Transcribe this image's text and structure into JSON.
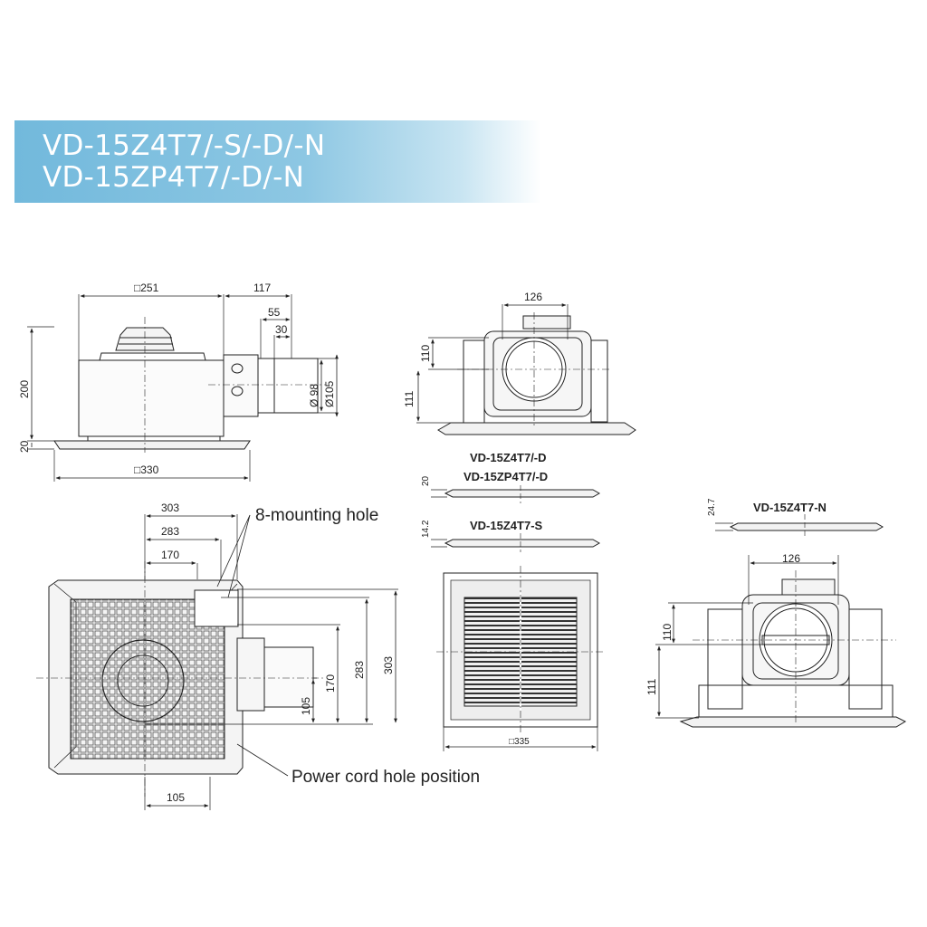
{
  "models": {
    "title_line1": "VD-15Z4T7/-S/-D/-N",
    "title_line2": "VD-15ZP4T7/-D/-N",
    "panel_d_line1": "VD-15Z4T7/-D",
    "panel_d_line2": "VD-15ZP4T7/-D",
    "panel_s": "VD-15Z4T7-S",
    "panel_n": "VD-15Z4T7-N"
  },
  "labels": {
    "mounting_hole": "8-mounting hole",
    "power_cord": "Power cord  hole position"
  },
  "dimensions": {
    "side_body_square": "□251",
    "side_duct_length": "117",
    "side_duct_55": "55",
    "side_duct_30": "30",
    "side_dia_98": "Ø 98",
    "side_dia_105": "Ø105",
    "side_height": "200",
    "side_grille_h": "20",
    "side_grille_square": "□330",
    "front_width": "126",
    "front_upper": "110",
    "front_lower": "111",
    "panel_d_thick": "20",
    "panel_s_thick": "14.2",
    "panel_n_thick": "24.7",
    "grille_square": "□335",
    "n_front_width": "126",
    "n_front_upper": "110",
    "n_front_lower": "111",
    "top_303": "303",
    "top_283": "283",
    "top_170": "170",
    "top_right_303": "303",
    "top_right_283": "283",
    "top_right_170": "170",
    "top_right_105": "105",
    "top_bottom_105": "105"
  }
}
